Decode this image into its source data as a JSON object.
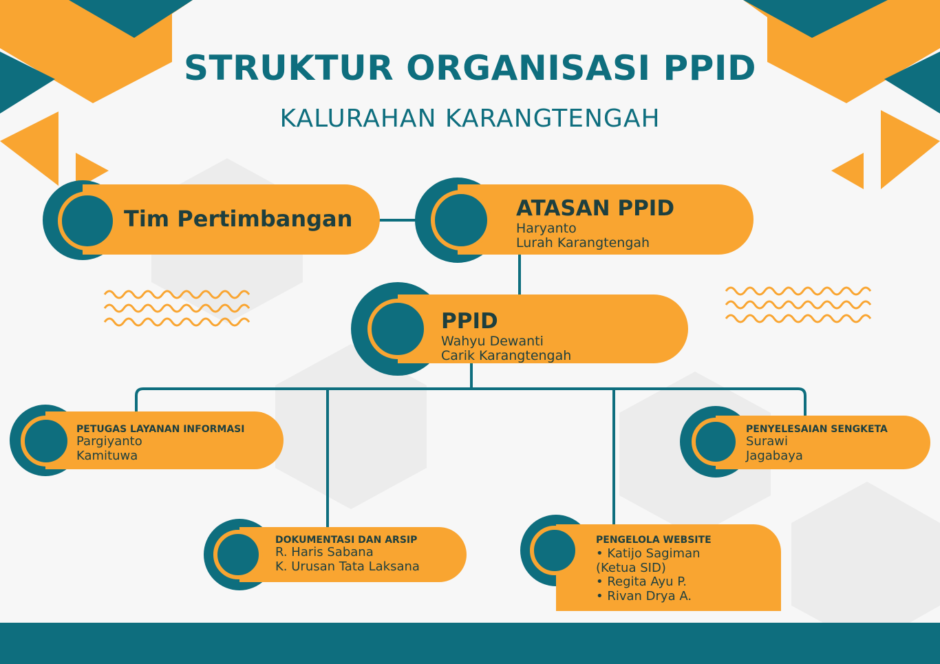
{
  "title": "STRUKTUR ORGANISASI PPID",
  "subtitle": "KALURAHAN KARANGTENGAH",
  "colors": {
    "teal": "#0e6e7e",
    "orange": "#f9a531",
    "text": "#1d3f3f"
  },
  "nodes": {
    "tim": {
      "title": "Tim Pertimbangan"
    },
    "atasan": {
      "title": "ATASAN PPID",
      "name": "Haryanto",
      "role": "Lurah Karangtengah"
    },
    "ppid": {
      "title": "PPID",
      "name": "Wahyu Dewanti",
      "role": "Carik Karangtengah"
    },
    "petugas": {
      "title": "PETUGAS LAYANAN INFORMASI",
      "name": "Pargiyanto",
      "role": "Kamituwa"
    },
    "sengketa": {
      "title": "PENYELESAIAN SENGKETA",
      "name": "Surawi",
      "role": "Jagabaya"
    },
    "dokumentasi": {
      "title": "DOKUMENTASI DAN ARSIP",
      "name": "R. Haris Sabana",
      "role": "K. Urusan Tata Laksana"
    },
    "website": {
      "title": "PENGELOLA WEBSITE",
      "members": [
        "• Katijo Sagiman",
        "(Ketua SID)",
        "• Regita Ayu P.",
        "• Rivan Drya A."
      ]
    }
  }
}
